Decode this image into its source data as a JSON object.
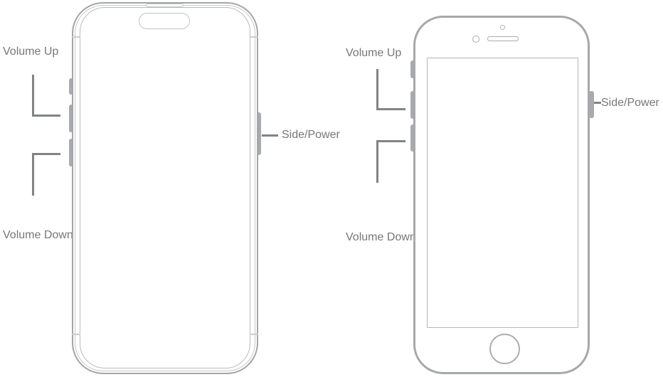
{
  "colors": {
    "background": "#ffffff",
    "label_text": "#76777a",
    "pointer_line": "#828386",
    "phone_outline": "#a6a8ab",
    "button_fill": "#a8aaad"
  },
  "left_phone": {
    "volume_up_label": "Volume Up",
    "volume_down_label": "Volume Down",
    "side_power_label": "Side/Power"
  },
  "right_phone": {
    "volume_up_label": "Volume Up",
    "volume_down_label": "Volume Down",
    "side_power_label": "Side/Power"
  }
}
